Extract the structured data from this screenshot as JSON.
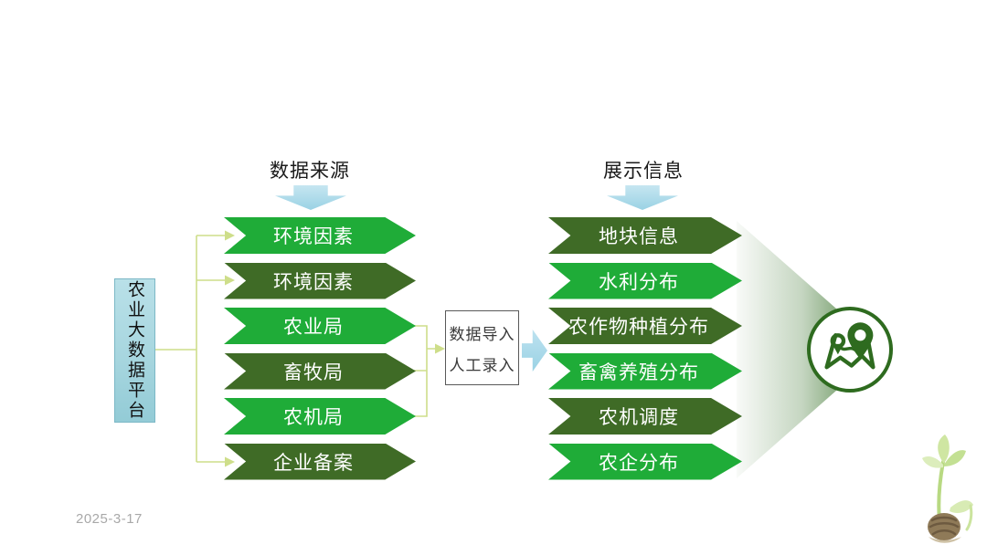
{
  "slide": {
    "date": "2025-3-17",
    "sources": {
      "title": "数据来源",
      "items": [
        {
          "label": "环境因素",
          "tone": "bright"
        },
        {
          "label": "环境因素",
          "tone": "dark"
        },
        {
          "label": "农业局",
          "tone": "bright"
        },
        {
          "label": "畜牧局",
          "tone": "dark"
        },
        {
          "label": "农机局",
          "tone": "bright"
        },
        {
          "label": "企业备案",
          "tone": "dark"
        }
      ]
    },
    "display": {
      "title": "展示信息",
      "items": [
        {
          "label": "地块信息",
          "tone": "dark"
        },
        {
          "label": "水利分布",
          "tone": "bright"
        },
        {
          "label": "农作物种植分布",
          "tone": "dark"
        },
        {
          "label": "畜禽养殖分布",
          "tone": "bright"
        },
        {
          "label": "农机调度",
          "tone": "dark"
        },
        {
          "label": "农企分布",
          "tone": "bright"
        }
      ]
    },
    "platform": {
      "label": "农业大数据平台"
    },
    "transfer_box": {
      "line1": "数据导入",
      "line2": "人工录入"
    },
    "icons": {
      "map": "map-location-pins-icon",
      "plant": "sprout-seedling-image"
    },
    "colors": {
      "bright_green": "#1fac38",
      "dark_green": "#3f6b26",
      "icon_green": "#2e6b1f",
      "light_blue": "#9ad2e4",
      "light_blue_light": "#c6e6f1",
      "connector_olive": "#cede8a",
      "platform_fill": "#a7d6df",
      "platform_border": "#7cb8c6",
      "date_gray": "#a8a8a8"
    }
  }
}
